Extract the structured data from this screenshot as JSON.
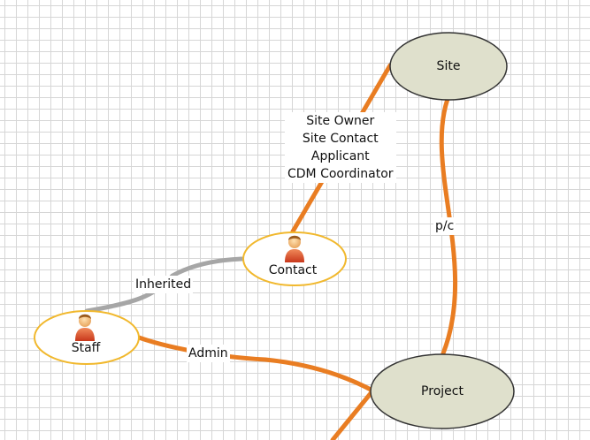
{
  "diagram": {
    "nodes": {
      "site": {
        "label": "Site",
        "fill": "#dfe0cc",
        "stroke": "#333333"
      },
      "project": {
        "label": "Project",
        "fill": "#dfe0cc",
        "stroke": "#333333"
      },
      "contact": {
        "label": "Contact",
        "ring": "#f1b82d",
        "icon": "person-icon"
      },
      "staff": {
        "label": "Staff",
        "ring": "#f1b82d",
        "icon": "person-icon"
      }
    },
    "edges": {
      "contact_site": {
        "lines": [
          "Site Owner",
          "Site Contact",
          "Applicant",
          "CDM Coordinator"
        ],
        "color": "#e97d22"
      },
      "site_project": {
        "label": "p/c",
        "color": "#e97d22"
      },
      "staff_contact": {
        "label": "Inherited",
        "color": "#a6a6a6"
      },
      "staff_project": {
        "label": "Admin",
        "color": "#e97d22"
      },
      "project_offpage": {
        "color": "#e97d22"
      }
    }
  }
}
